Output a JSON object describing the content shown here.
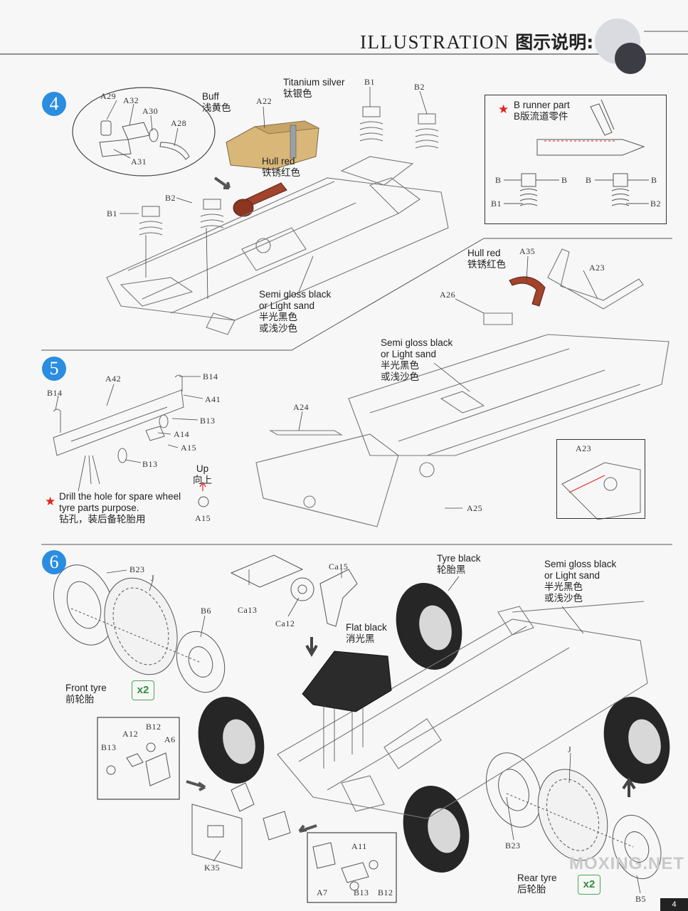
{
  "header": {
    "title_en": "ILLUSTRATION",
    "title_cn": "图示说明:"
  },
  "steps": [
    {
      "number": "4",
      "notes": {
        "buff": {
          "en": "Buff",
          "cn": "浅黄色"
        },
        "titanium": {
          "en": "Titanium silver",
          "cn": "钛银色"
        },
        "hull_red": {
          "en": "Hull red",
          "cn": "铁锈红色"
        },
        "semi_gloss": {
          "en1": "Semi gloss black",
          "en2": "or Light sand",
          "cn1": "半光黑色",
          "cn2": "或浅沙色"
        }
      },
      "inset": {
        "title_en": "B runner part",
        "title_cn": "B版流道零件",
        "runner_label": "B"
      },
      "parts": {
        "A29": "A29",
        "A32": "A32",
        "A30": "A30",
        "A28": "A28",
        "A31": "A31",
        "A22": "A22",
        "B1": "B1",
        "B2": "B2"
      }
    },
    {
      "number": "5",
      "notes": {
        "hull_red": {
          "en": "Hull red",
          "cn": "铁锈红色"
        },
        "semi_gloss": {
          "en1": "Semi gloss black",
          "en2": "or Light sand",
          "cn1": "半光黑色",
          "cn2": "或浅沙色"
        },
        "up": {
          "en": "Up",
          "cn": "向上"
        },
        "drill": {
          "en1": "Drill the hole for spare wheel",
          "en2": "tyre parts purpose.",
          "cn": "钻孔，装后备轮胎用"
        }
      },
      "parts": {
        "A35": "A35",
        "A23": "A23",
        "A26": "A26",
        "A42": "A42",
        "B14": "B14",
        "A41": "A41",
        "B13": "B13",
        "A14": "A14",
        "A15": "A15",
        "A24": "A24",
        "A25": "A25"
      }
    },
    {
      "number": "6",
      "notes": {
        "tyre_black": {
          "en": "Tyre black",
          "cn": "轮胎黑"
        },
        "semi_gloss": {
          "en1": "Semi gloss black",
          "en2": "or Light sand",
          "cn1": "半光黑色",
          "cn2": "或浅沙色"
        },
        "flat_black": {
          "en": "Flat black",
          "cn": "消光黑"
        },
        "front_tyre": {
          "en": "Front tyre",
          "cn": "前轮胎"
        },
        "rear_tyre": {
          "en": "Rear tyre",
          "cn": "后轮胎"
        },
        "multiplier": "x2"
      },
      "parts": {
        "B23": "B23",
        "J": "J",
        "B6": "B6",
        "Ca15": "Ca15",
        "Ca13": "Ca13",
        "Ca12": "Ca12",
        "A12": "A12",
        "B12": "B12",
        "B13": "B13",
        "A6": "A6",
        "K35": "K35",
        "A11": "A11",
        "A7": "A7",
        "B5": "B5"
      }
    }
  ],
  "watermark": "MOXING.NET",
  "page_number": "4",
  "colors": {
    "badge_blue": "#2a8de0",
    "buff": "#d9b779",
    "hull_red": "#a2432b",
    "star_red": "#e2231a",
    "x2_green": "#49a84b",
    "flat_black": "#2b2b2b"
  }
}
